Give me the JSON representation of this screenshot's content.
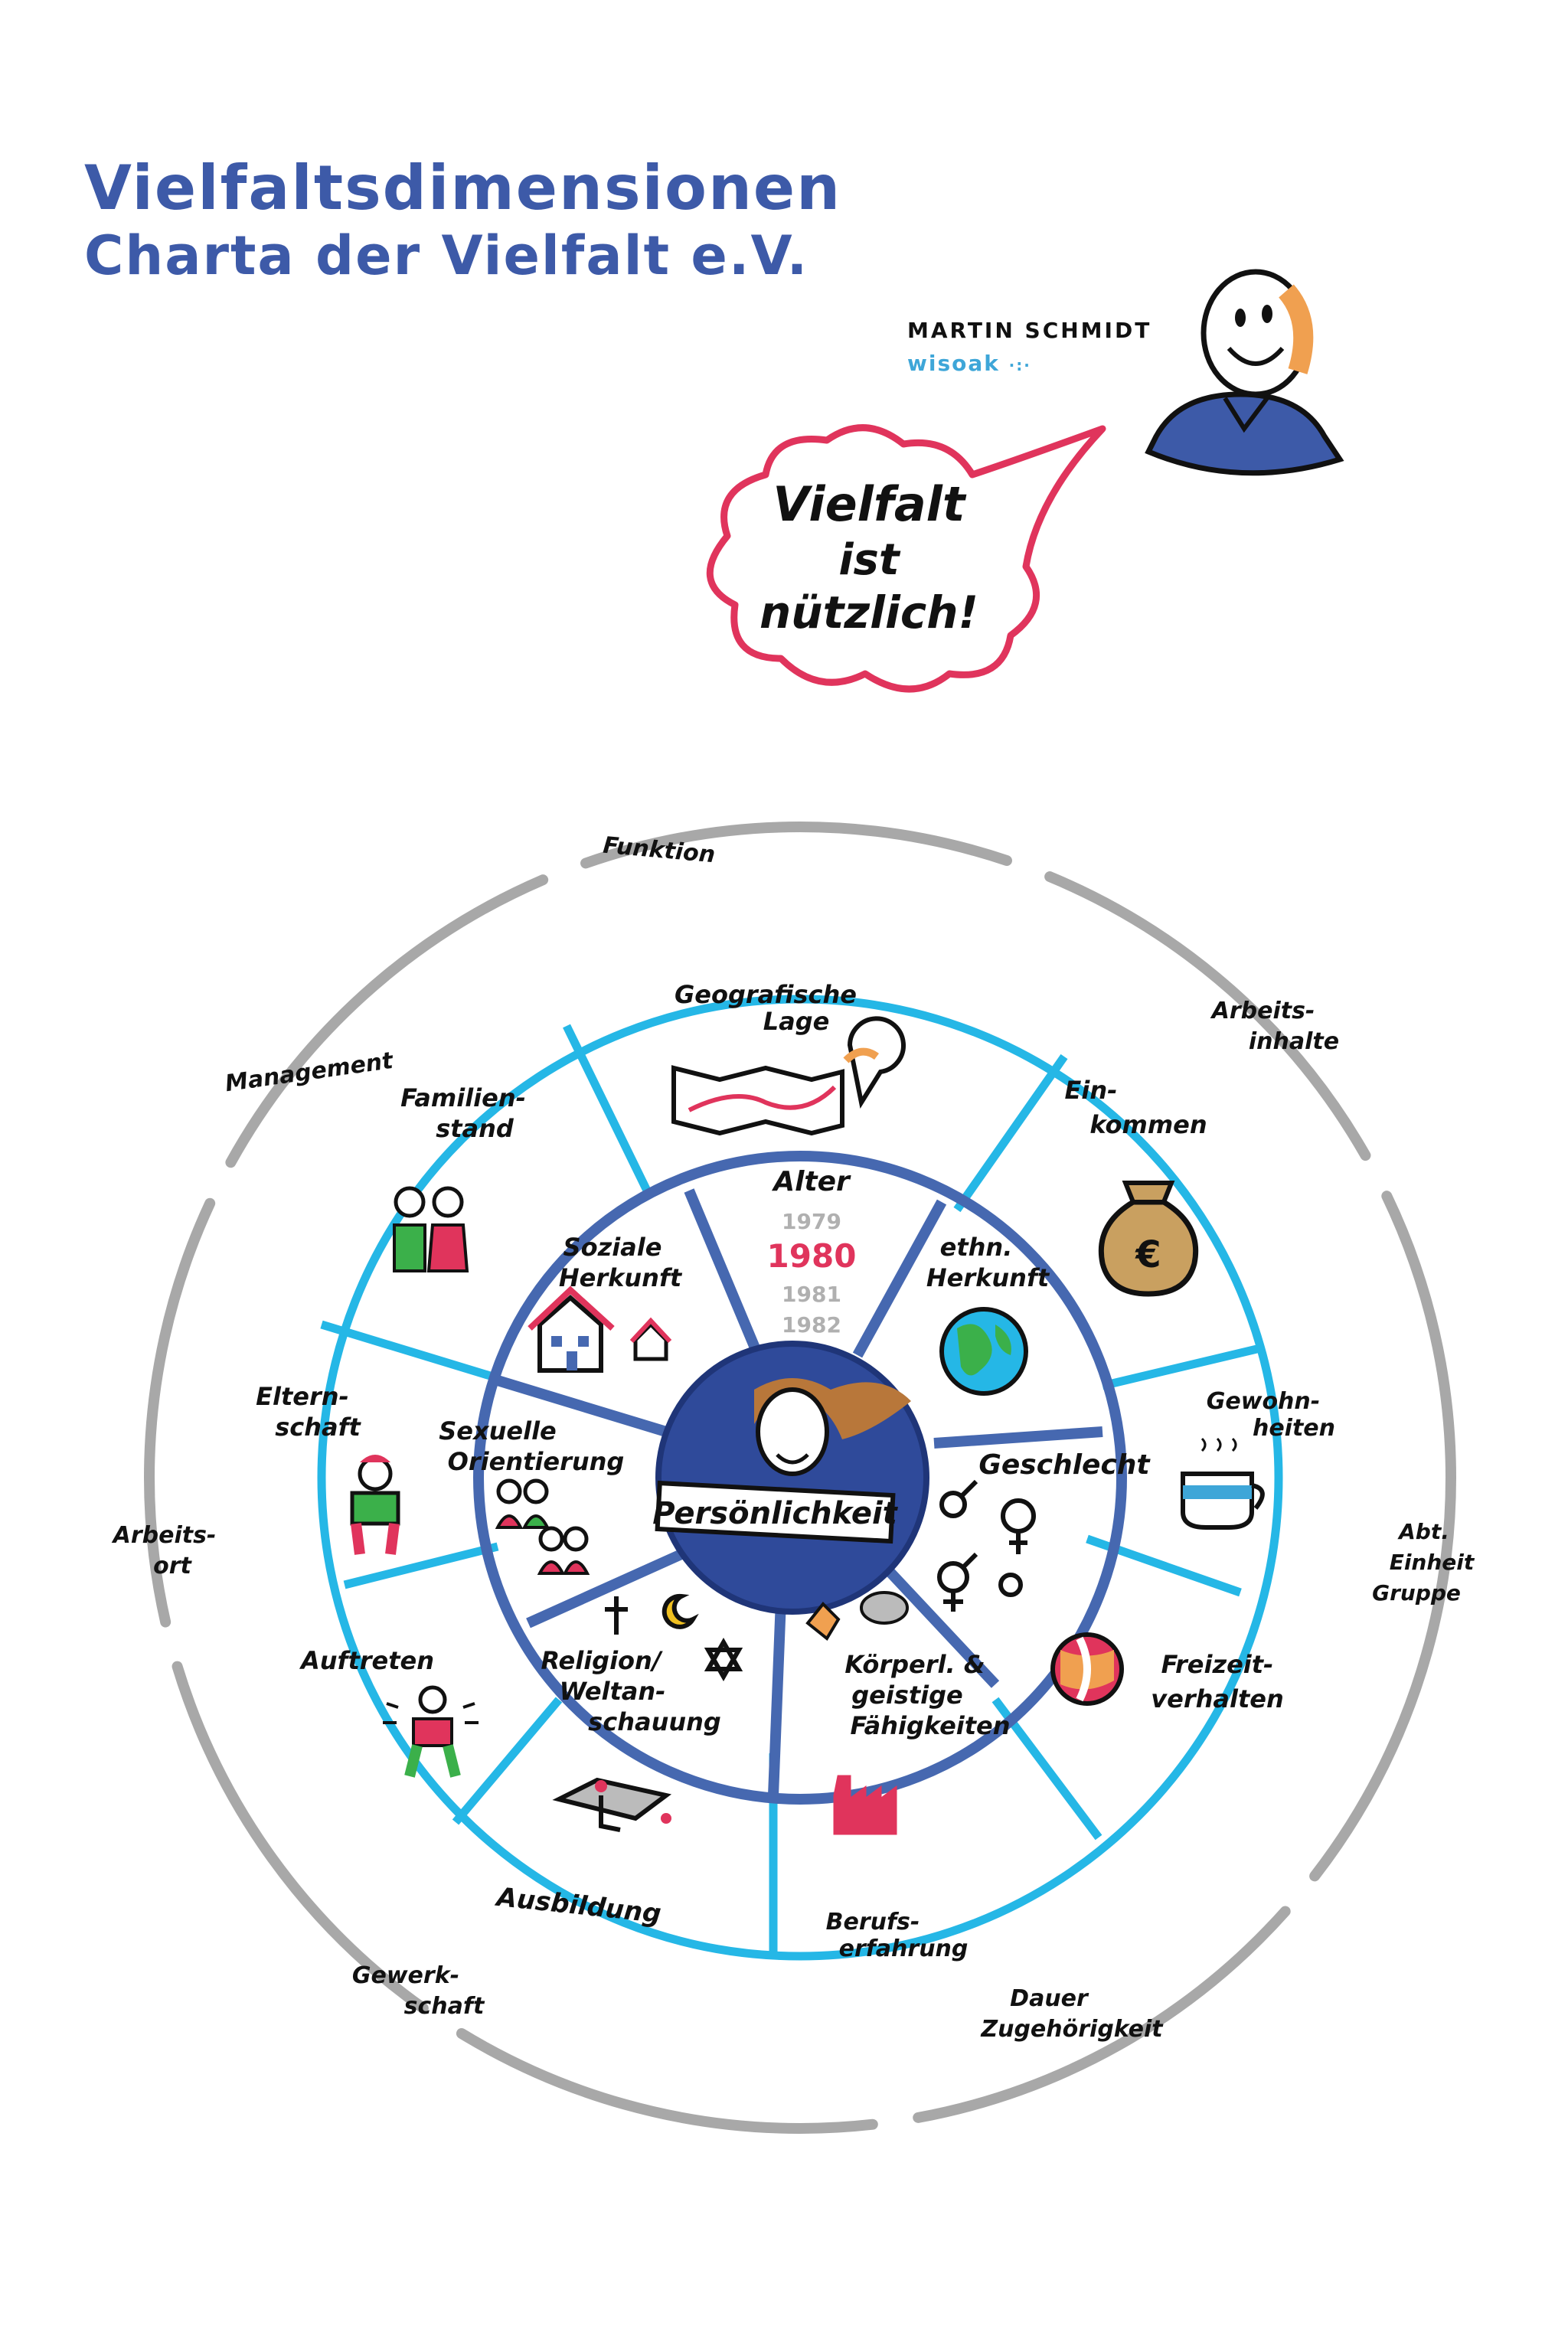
{
  "title": {
    "line1": "Vielfaltsdimensionen",
    "line2": "Charta der Vielfalt e.V."
  },
  "speaker": {
    "name": "MARTIN SCHMIDT",
    "org": "wisoak",
    "org_mark": "·:·"
  },
  "speech_bubble": {
    "lines": [
      "Vielfalt",
      "ist",
      "nützlich!"
    ]
  },
  "wheel": {
    "center": "Persönlichkeit",
    "inner_ring": {
      "alter": "Alter",
      "years": [
        "1979",
        "1980",
        "1981",
        "1982"
      ],
      "ethn_herkunft": [
        "ethn.",
        "Herkunft"
      ],
      "geschlecht": "Geschlecht",
      "koerper": [
        "Körperl. &",
        "geistige",
        "Fähigkeiten"
      ],
      "religion": [
        "Religion/",
        "Weltan-",
        "schauung"
      ],
      "sexuelle": [
        "Sexuelle",
        "Orientierung"
      ],
      "soziale": [
        "Soziale",
        "Herkunft"
      ]
    },
    "middle_ring": {
      "geografische": [
        "Geografische",
        "Lage"
      ],
      "einkommen": [
        "Ein-",
        "kommen"
      ],
      "gewohnheiten": [
        "Gewohn-",
        "heiten"
      ],
      "freizeit": [
        "Freizeit-",
        "verhalten"
      ],
      "berufserfahrung": [
        "Berufs-",
        "erfahrung"
      ],
      "ausbildung": "Ausbildung",
      "auftreten": "Auftreten",
      "elternschaft": [
        "Eltern-",
        "schaft"
      ],
      "familienstand": [
        "Familien-",
        "stand"
      ]
    },
    "outer_ring": {
      "funktion": "Funktion",
      "arbeitsinhalte": [
        "Arbeits-",
        "inhalte"
      ],
      "abteilung": [
        "Abt.",
        "Einheit",
        "Gruppe"
      ],
      "dauer": [
        "Dauer",
        "Zugehörigkeit"
      ],
      "gewerkschaft": [
        "Gewerk-",
        "schaft"
      ],
      "arbeitsort": [
        "Arbeits-",
        "ort"
      ],
      "management": "Management"
    }
  },
  "colors": {
    "title_blue": "#3d5aa8",
    "bubble_red": "#e0345c",
    "outer_gray": "#a8a8a8",
    "middle_cyan": "#25b7e6",
    "inner_blue": "#4668b0",
    "center_navy": "#2f4a9a",
    "year_red": "#e0345c",
    "year_gray": "#b0b0b0"
  }
}
